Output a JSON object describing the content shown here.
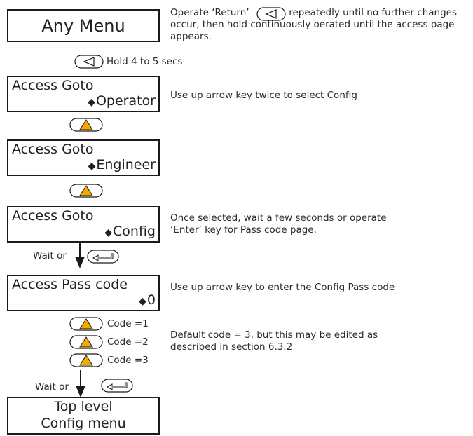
{
  "menu_box": {
    "label": "Any Menu"
  },
  "step_return": {
    "note_part1": "Operate ‘Return’",
    "note_part2": "repeatedly until no further",
    "note_rest": "changes occur, then hold continuously oerated until the access page appears.",
    "hold_label": "Hold 4 to 5 secs"
  },
  "access_operator": {
    "line1": "Access Goto",
    "line2": "Operator",
    "arrow": "◆",
    "note": "Use up arrow key twice to select Config"
  },
  "access_engineer": {
    "line1": "Access Goto",
    "line2": "Engineer",
    "arrow": "◆"
  },
  "access_config": {
    "line1": "Access Goto",
    "line2": "Config",
    "arrow": "◆",
    "note": "Once selected, wait a few seconds or operate ‘Enter’ key for Pass code page."
  },
  "wait_label_1": "Wait or",
  "pass_code": {
    "line1": "Access Pass code",
    "line2": "0",
    "arrow": "◆",
    "note": "Use up arrow key to enter the Config Pass code"
  },
  "codes": [
    "Code =1",
    "Code =2",
    "Code =3"
  ],
  "default_note": "Default code = 3, but this may be edited as described in section 6.3.2",
  "wait_label_2": "Wait or",
  "top_level": {
    "line1": "Top level",
    "line2": "Config menu"
  },
  "colors": {
    "up_key_fill": "#f5a800",
    "border": "#1a1a1a"
  },
  "icons": {
    "return_key": "return-key-icon",
    "up_key": "up-arrow-key-icon",
    "enter_key": "enter-key-icon",
    "down_arrow": "down-arrow-icon",
    "up_down": "up-down-arrow-icon"
  }
}
